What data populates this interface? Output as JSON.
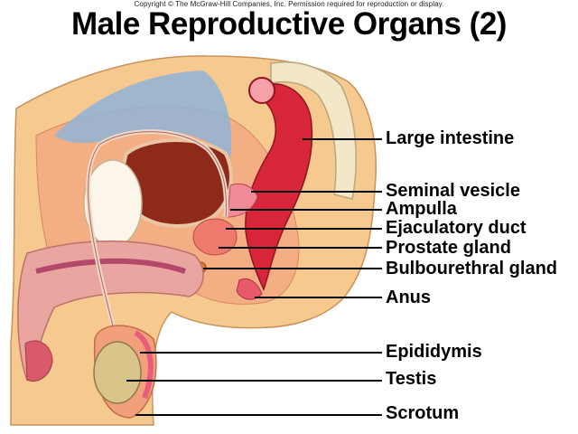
{
  "copyright": "Copyright © The McGraw-Hill Companies, Inc. Permission required for reproduction or display.",
  "title": "Male Reproductive Organs (2)",
  "labels": {
    "large_intestine": "Large intestine",
    "seminal_vesicle": "Seminal vesicle",
    "ampulla": "Ampulla",
    "ejaculatory_duct": "Ejaculatory duct",
    "prostate_gland": "Prostate gland",
    "bulbourethral_gland": "Bulbourethral gland",
    "anus": "Anus",
    "epididymis": "Epididymis",
    "testis": "Testis",
    "scrotum": "Scrotum"
  },
  "colors": {
    "skin": "#f6c98f",
    "tissue": "#f0a27a",
    "intestine": "#d7263a",
    "bladder": "#8e2a1a",
    "membrane": "#8fb4d8",
    "vertebra": "#f3e7c9",
    "testis": "#d9c48a"
  }
}
